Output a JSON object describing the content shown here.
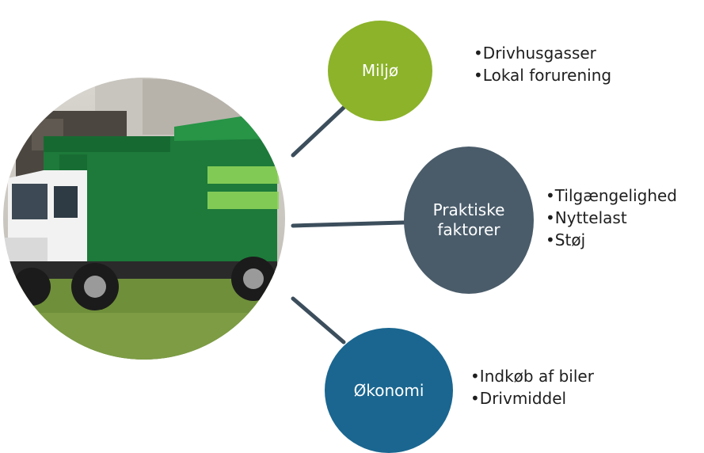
{
  "colors": {
    "environment": "#8cb32a",
    "practical": "#4a5c6a",
    "economy": "#1a6690",
    "connector": "#3c4e5c",
    "text": "#1e1e1e"
  },
  "photo": {
    "icon": "garbage-truck-photo"
  },
  "branches": [
    {
      "title": "Miljø",
      "bullets": [
        "•Drivhusgasser",
        "•Lokal forurening"
      ]
    },
    {
      "title": "Praktiske\nfaktorer",
      "bullets": [
        "•Tilgængelighed",
        "•Nyttelast",
        "•Støj"
      ]
    },
    {
      "title": "Økonomi",
      "bullets": [
        "•Indkøb af biler",
        "•Drivmiddel"
      ]
    }
  ]
}
